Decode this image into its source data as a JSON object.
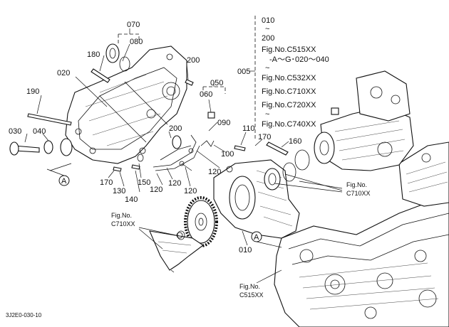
{
  "callouts": {
    "p070": "070",
    "p080": "080",
    "p180": "180",
    "p200a": "200",
    "p020": "020",
    "p050": "050",
    "p060": "060",
    "p190": "190",
    "p030": "030",
    "p040": "040",
    "p090": "090",
    "p200b": "200",
    "p110": "110",
    "p170a": "170",
    "p160": "160",
    "p100": "100",
    "p120a": "120",
    "p120b": "120",
    "p120c": "120",
    "p120d": "120",
    "p150": "150",
    "p140": "140",
    "p130": "130",
    "p170b": "170",
    "p010": "010",
    "p005": "005"
  },
  "range_note": {
    "top": "010",
    "tilde1": "~",
    "bottom": "200",
    "lines": [
      "Fig.No.C515XX",
      "-A～G･020～040",
      "~",
      "Fig.No.C532XX",
      "Fig.No.C710XX",
      "Fig.No.C720XX",
      "~",
      "Fig.No.C740XX"
    ]
  },
  "fig_refs": {
    "right_label": "Fig.No.",
    "right_code": "C710XX",
    "left_label": "Fig.No.",
    "left_code": "C710XX",
    "bottom_label": "Fig.No.",
    "bottom_code": "C515XX"
  },
  "markers": {
    "a1": "A",
    "a2": "A"
  },
  "footer": {
    "code": "3J2E0-030-10"
  }
}
